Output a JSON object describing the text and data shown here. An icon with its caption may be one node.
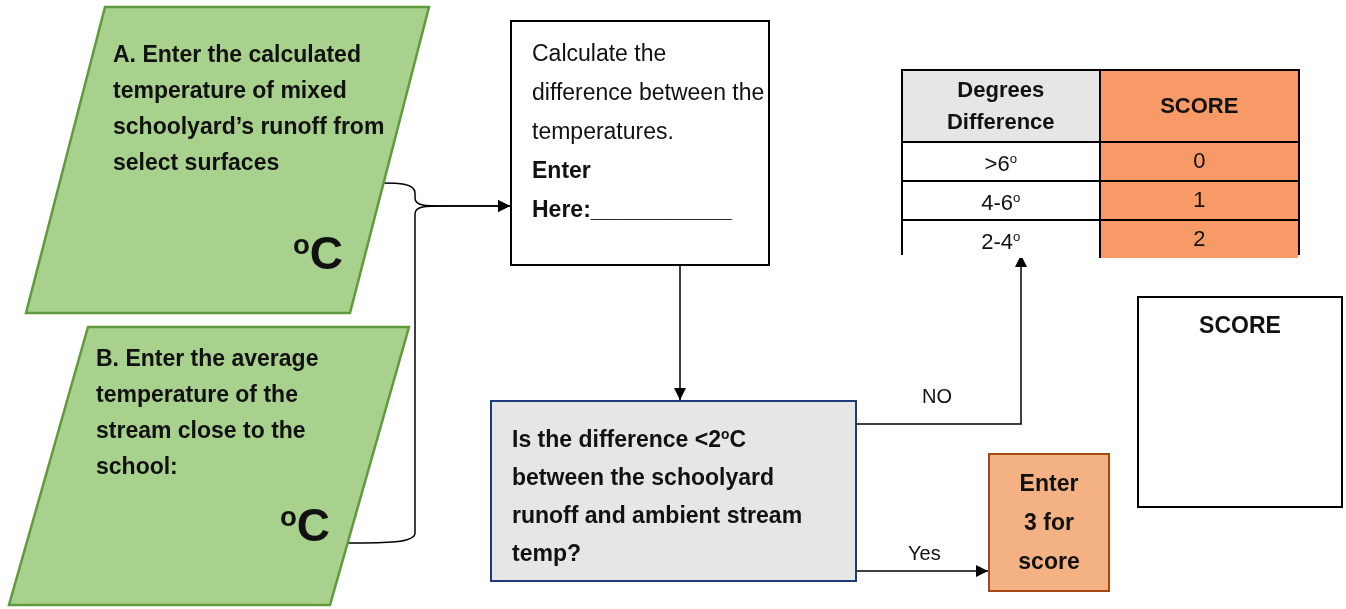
{
  "diagram": {
    "nodes": [
      {
        "text": [
          "A. Enter the calculated temperature of mixed schoolyard’s runoff from select surfaces",
          "$^{o}$C"
        ]
      },
      {
        "text": [
          "B. Enter the average temperature of the stream close to the school:",
          "$^{o}$C"
        ]
      },
      {
        "text": [
          "Calculate the difference between the temperatures.",
          "Enter Here:___________"
        ]
      },
      {
        "text": [],
        "shape": "table"
      },
      {
        "text": [
          "Is the difference <2$^{o}$C between the schoolyard runoff and ambient stream temp?"
        ]
      },
      {
        "text": [
          "Enter 3 for score"
        ]
      },
      {
        "text": [
          "SCORE"
        ]
      }
    ],
    "edges": [
      {
        "from": 0,
        "to": 2,
        "arrow": "to"
      },
      {
        "from": 1,
        "to": 2,
        "arrow": "to"
      },
      {
        "from": 2,
        "to": 4,
        "arrow": "to"
      },
      {
        "from": 4,
        "to": 3,
        "arrow": "to",
        "label": "NO"
      },
      {
        "from": 4,
        "to": 5,
        "arrow": "to",
        "label": "Yes"
      }
    ],
    "labels": [
      "Degrees Difference",
      "SCORE",
      ">6$^{o}$",
      "0",
      "4-6$^{o}$",
      "1",
      "2-4$^{o}$",
      "2"
    ]
  }
}
